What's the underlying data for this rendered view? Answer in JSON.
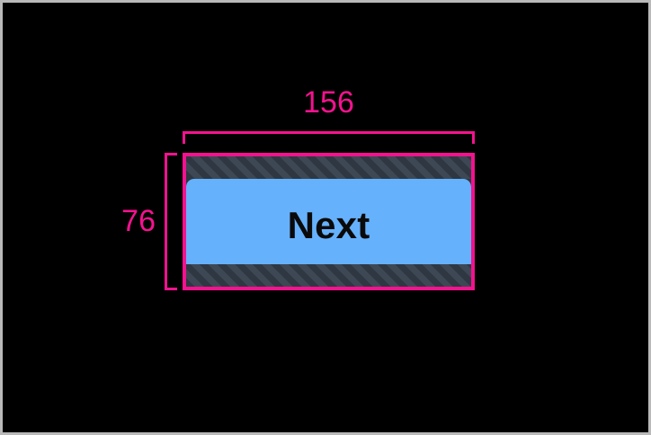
{
  "canvas": {
    "background_color": "#000000",
    "border_color": "#b9b9b9"
  },
  "measurement_overlay": {
    "accent_color": "#f4128e",
    "width": {
      "label": "156",
      "axis": "horizontal"
    },
    "height": {
      "label": "76",
      "axis": "vertical"
    }
  },
  "element": {
    "type": "button",
    "label": "Next",
    "fill_color": "#66b1fc",
    "text_color": "#0a0a0a",
    "padding_fill_color": "#2e3742",
    "padding_hatch_color": "#3d4854",
    "outline_color": "#f4128e"
  }
}
